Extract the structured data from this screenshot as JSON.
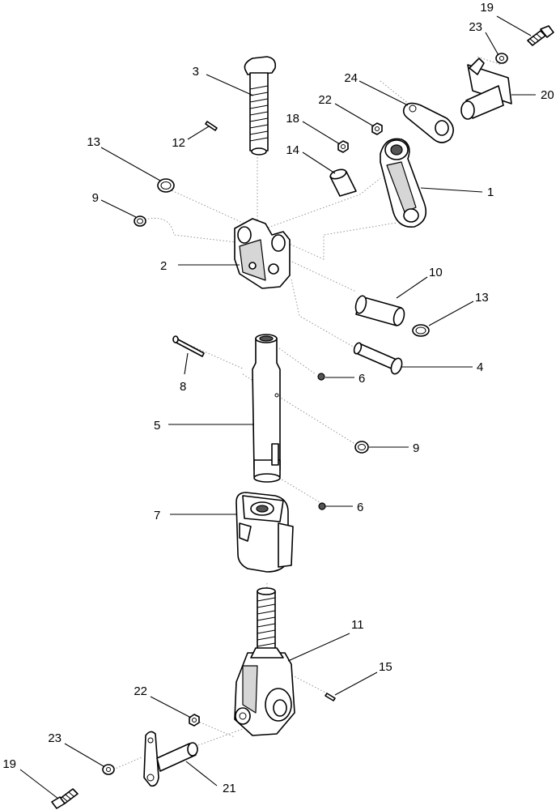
{
  "callouts": {
    "c1": "1",
    "c2": "2",
    "c3": "3",
    "c4": "4",
    "c5": "5",
    "c6a": "6",
    "c6b": "6",
    "c7": "7",
    "c8": "8",
    "c9a": "9",
    "c9b": "9",
    "c10": "10",
    "c11": "11",
    "c12": "12",
    "c13a": "13",
    "c13b": "13",
    "c14": "14",
    "c15": "15",
    "c18": "18",
    "c19a": "19",
    "c19b": "19",
    "c20": "20",
    "c21": "21",
    "c22a": "22",
    "c22b": "22",
    "c23a": "23",
    "c23b": "23",
    "c24": "24"
  }
}
